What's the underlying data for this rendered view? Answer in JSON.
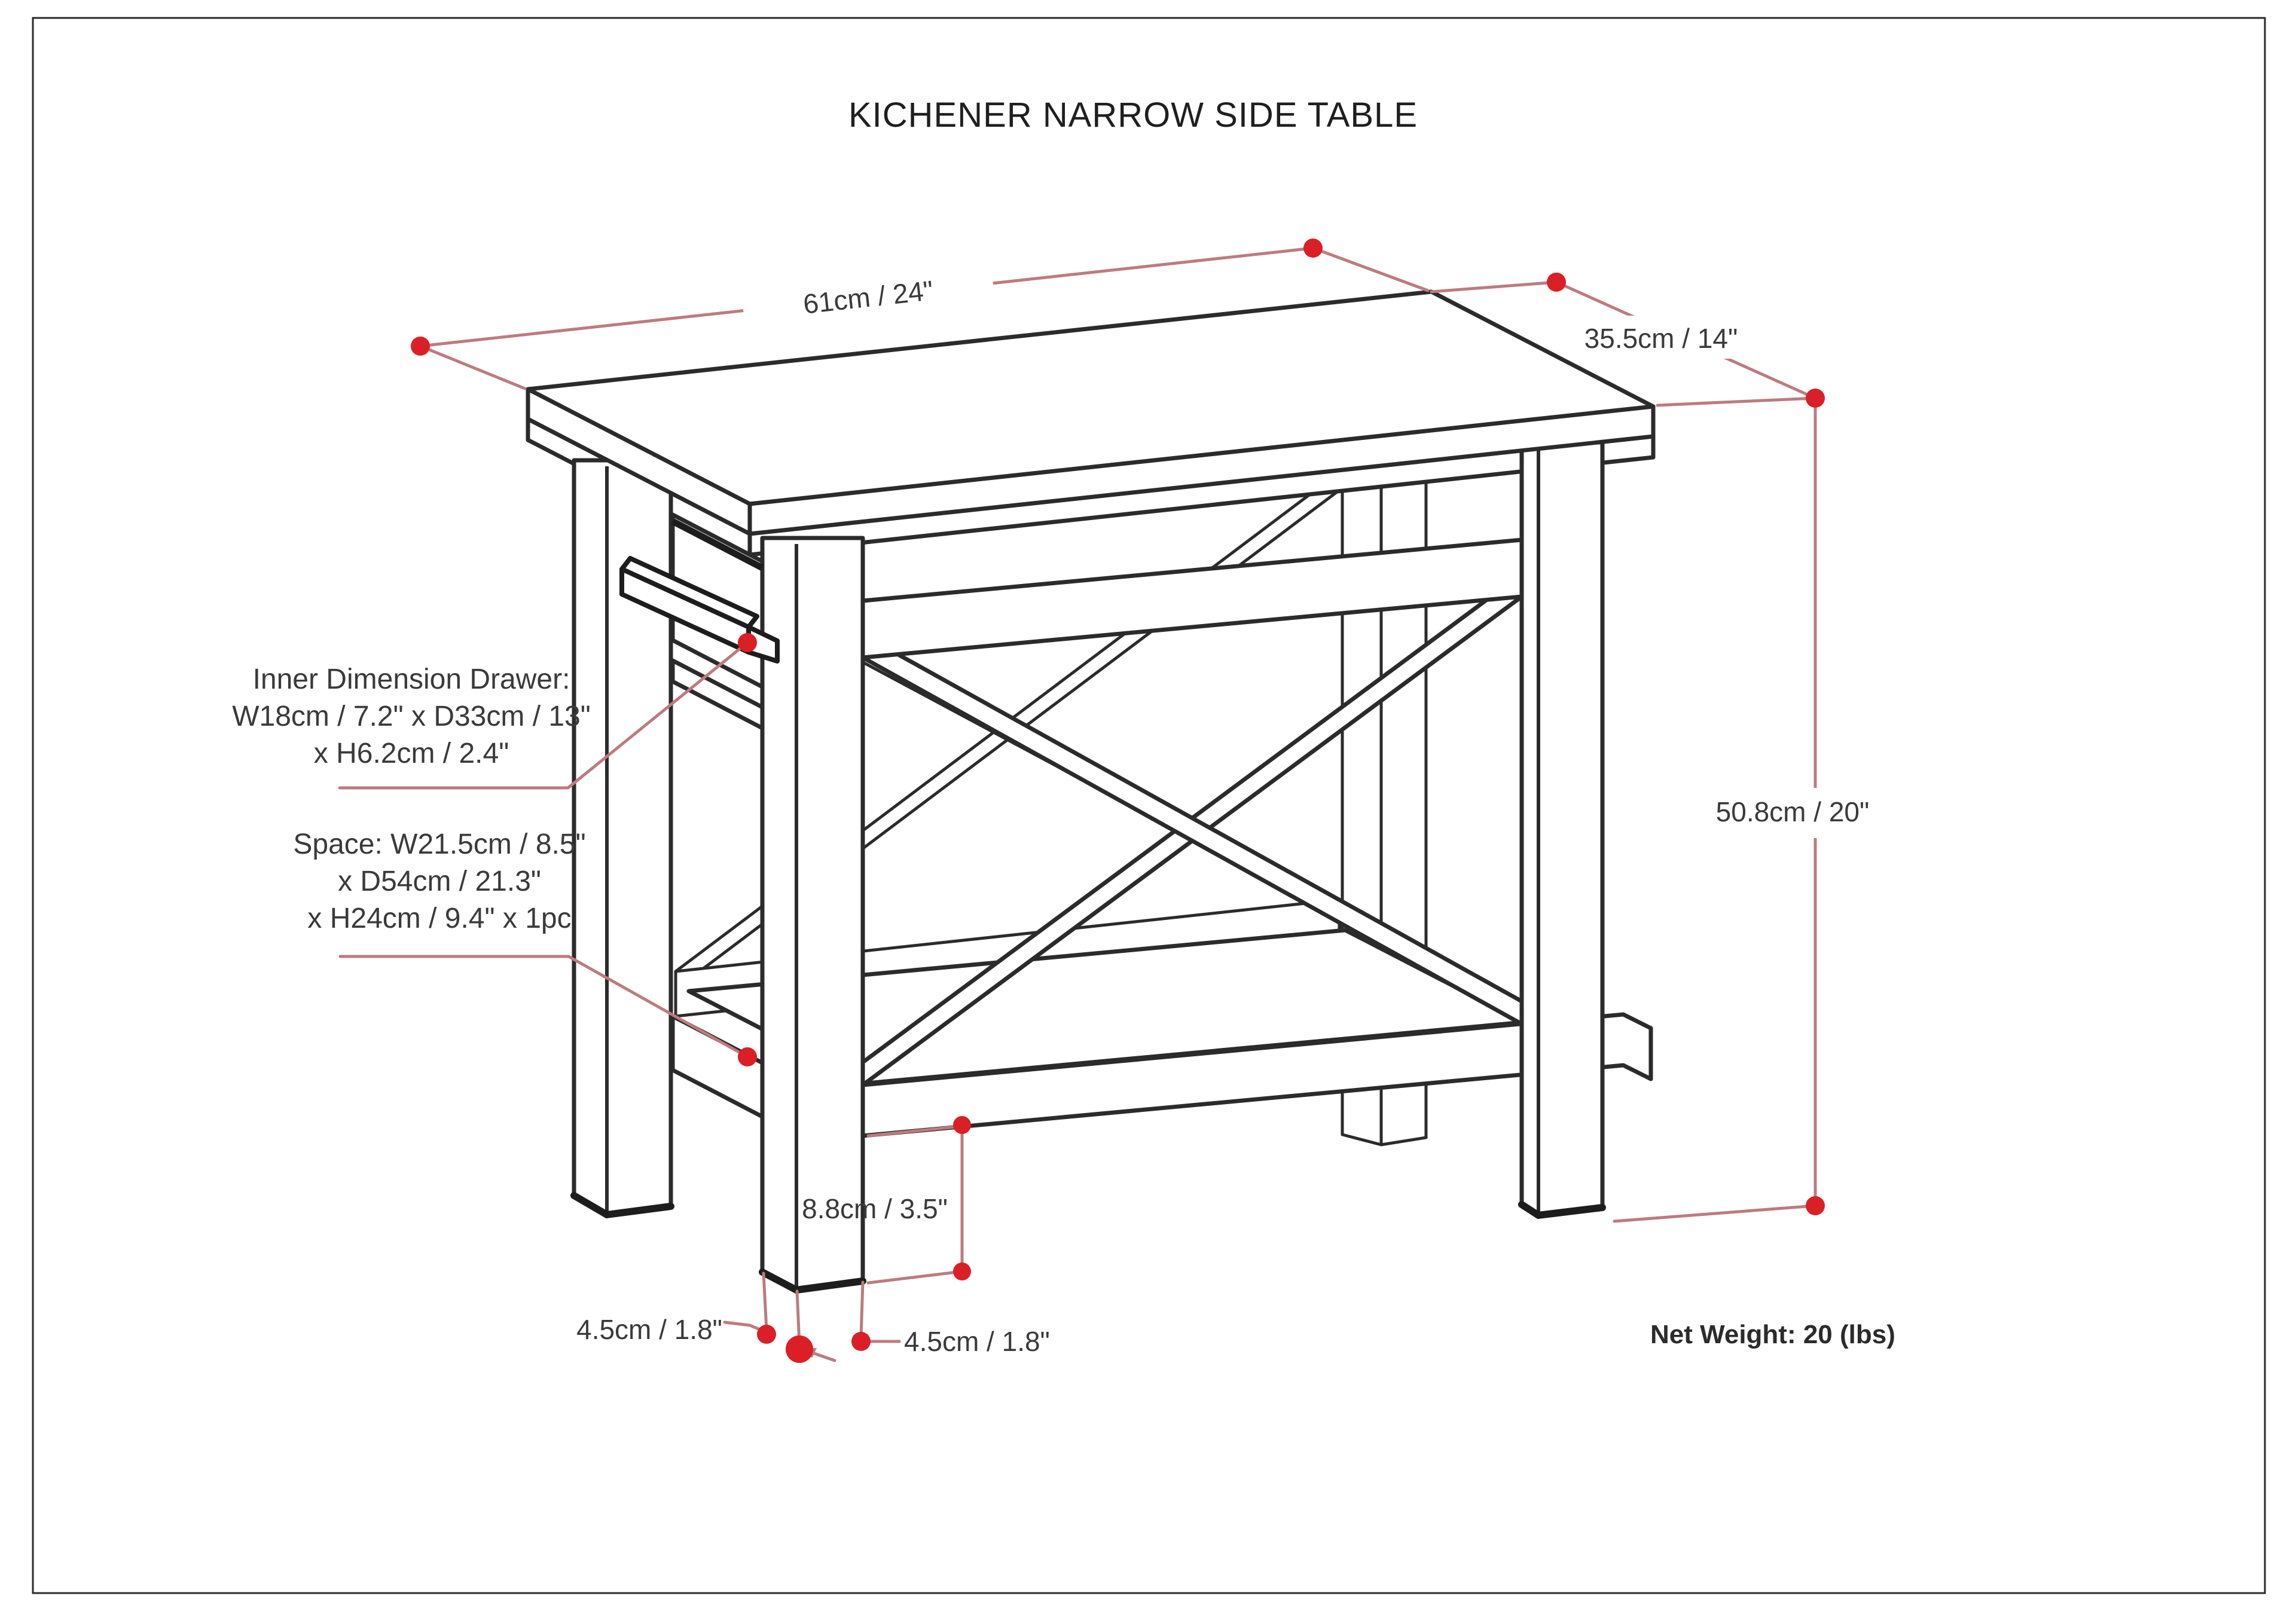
{
  "title": "KICHENER NARROW SIDE TABLE",
  "dimensions": {
    "top_length": "61cm / 24\"",
    "top_depth": "35.5cm / 14\"",
    "overall_height": "50.8cm / 20\"",
    "shelf_clearance": "8.8cm / 3.5\"",
    "leg_thickness_left": "4.5cm / 1.8\"",
    "leg_thickness_right": "4.5cm / 1.8\""
  },
  "annotations": {
    "drawer": {
      "lines": [
        "Inner Dimension Drawer:",
        "W18cm / 7.2\" x D33cm / 13\"",
        "x H6.2cm / 2.4\""
      ]
    },
    "space": {
      "lines": [
        "Space: W21.5cm / 8.5\"",
        "x D54cm / 21.3\"",
        "x H24cm / 9.4\" x 1pc"
      ]
    }
  },
  "net_weight": "Net Weight: 20 (lbs)",
  "colors": {
    "accent_red": "#da1f26",
    "dimension_line": "#bd7b80",
    "drawing_ink": "#2b2b2b",
    "label_text": "#3a3a3a"
  }
}
